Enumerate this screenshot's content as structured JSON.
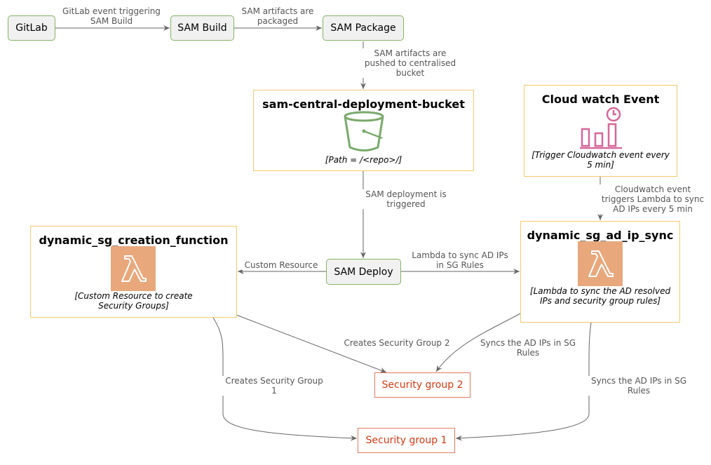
{
  "nodes": {
    "gitlab": "GitLab",
    "sam_build": "SAM Build",
    "sam_package": "SAM Package",
    "sam_deploy": "SAM Deploy",
    "bucket": {
      "title": "sam-central-deployment-bucket",
      "note": "[Path = /<repo>/]",
      "icon": "s3-bucket-icon"
    },
    "cloudwatch": {
      "title": "Cloud watch Event",
      "note": "[Trigger Cloudwatch event every 5 min]",
      "icon": "cloudwatch-event-icon"
    },
    "creation_fn": {
      "title": "dynamic_sg_creation_function",
      "note": "[Custom Resource to create Security Groups]",
      "icon": "lambda-icon"
    },
    "ip_sync": {
      "title": "dynamic_sg_ad_ip_sync",
      "note": "[Lambda to sync the AD resolved IPs and security group rules]",
      "icon": "lambda-icon"
    },
    "sg2": "Security group 2",
    "sg1": "Security group 1"
  },
  "edges": {
    "gitlab_to_build": "GitLab event triggering SAM Build",
    "build_to_package": "SAM artifacts are packaged",
    "package_to_bucket": "SAM artifacts are pushed to centralised bucket",
    "bucket_to_deploy": "SAM deployment is triggered",
    "cloudwatch_to_sync": "Cloudwatch event triggers Lambda to sync AD IPs every 5 min",
    "deploy_to_creation": "Custom Resource",
    "deploy_to_sync": "Lambda to sync AD IPs in SG Rules",
    "creation_to_sg2": "Creates Security Group 2",
    "creation_to_sg1": "Creates Security Group 1",
    "sync_to_sg2": "Syncs the AD IPs in SG Rules",
    "sync_to_sg1": "Syncs the AD IPs in SG Rules"
  },
  "colors": {
    "pill_border": "#82b366",
    "card_border": "#f5c96f",
    "security_group": "#d13a12",
    "lambda": "#e8a87c",
    "bucket_icon": "#7aa96b",
    "cloudwatch_icon": "#d6679a",
    "edge": "#666666"
  }
}
